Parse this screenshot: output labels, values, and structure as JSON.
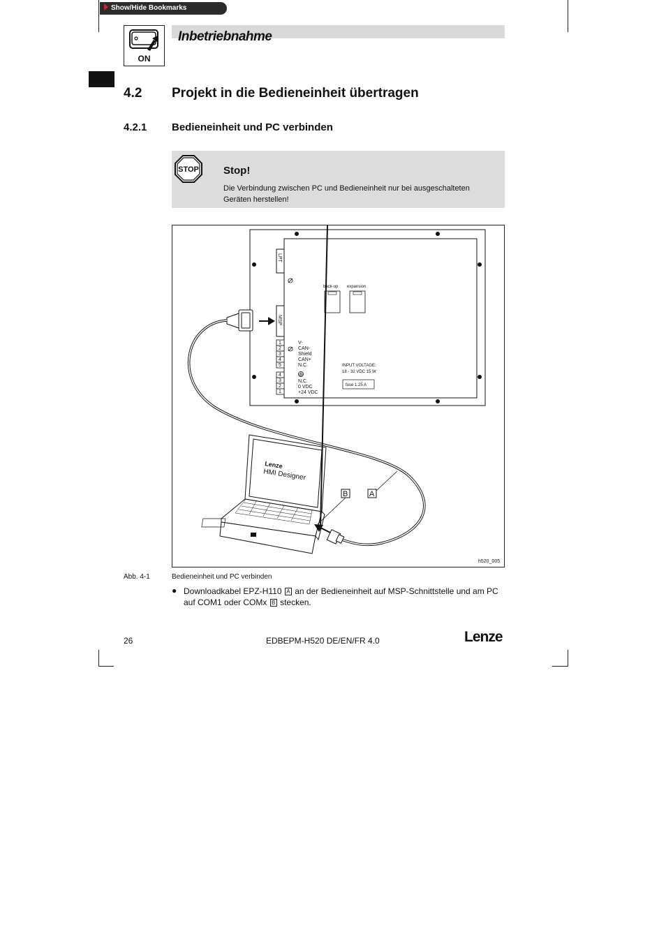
{
  "bookmarks_tab": {
    "label": "Show/Hide Bookmarks"
  },
  "header": {
    "on_label": "ON",
    "chapter_title": "Inbetriebnahme"
  },
  "section": {
    "number": "4.2",
    "title": "Projekt in die Bedieneinheit übertragen"
  },
  "subsection": {
    "number": "4.2.1",
    "title": "Bedieneinheit und PC verbinden"
  },
  "stop_note": {
    "icon_text": "STOP",
    "title": "Stop!",
    "text": "Die Verbindung zwischen PC und Bedieneinheit nur bei ausgeschalteten Geräten herstellen!"
  },
  "figure": {
    "labels": {
      "lpt": "LPT",
      "msp": "MSP",
      "backup": "back-up",
      "expansion": "expansion",
      "terminal_top": [
        "V-",
        "CAN-",
        "Shield",
        "CAN+",
        "N.C."
      ],
      "terminal_top_numbers": [
        "1",
        "2",
        "3",
        "4",
        "5"
      ],
      "terminal_bottom": [
        "N.C.",
        "0 VDC",
        "+24 VDC"
      ],
      "terminal_bottom_numbers": [
        "4",
        "3",
        "2",
        "1"
      ],
      "input_voltage_title": "INPUT VOLTAGE:",
      "input_voltage_value": "18 - 32 VDC   15 W",
      "fuse": "fuse   1.25 A",
      "laptop_brand": "Lenze",
      "laptop_software": "HMI Designer",
      "marker_a": "A",
      "marker_b": "B"
    },
    "id": "h520_005"
  },
  "caption": {
    "label": "Abb. 4-1",
    "text": "Bedieneinheit und PC verbinden"
  },
  "instruction": {
    "part1": "Downloadkabel EPZ-H110",
    "box_a": "A",
    "part2": "an der Bedieneinheit auf MSP-Schnittstelle und am PC auf COM1 oder COMx",
    "box_b": "B",
    "part3": "stecken."
  },
  "footer": {
    "page_number": "26",
    "document_id": "EDBEPM-H520 DE/EN/FR 4.0",
    "logo": "Lenze"
  }
}
